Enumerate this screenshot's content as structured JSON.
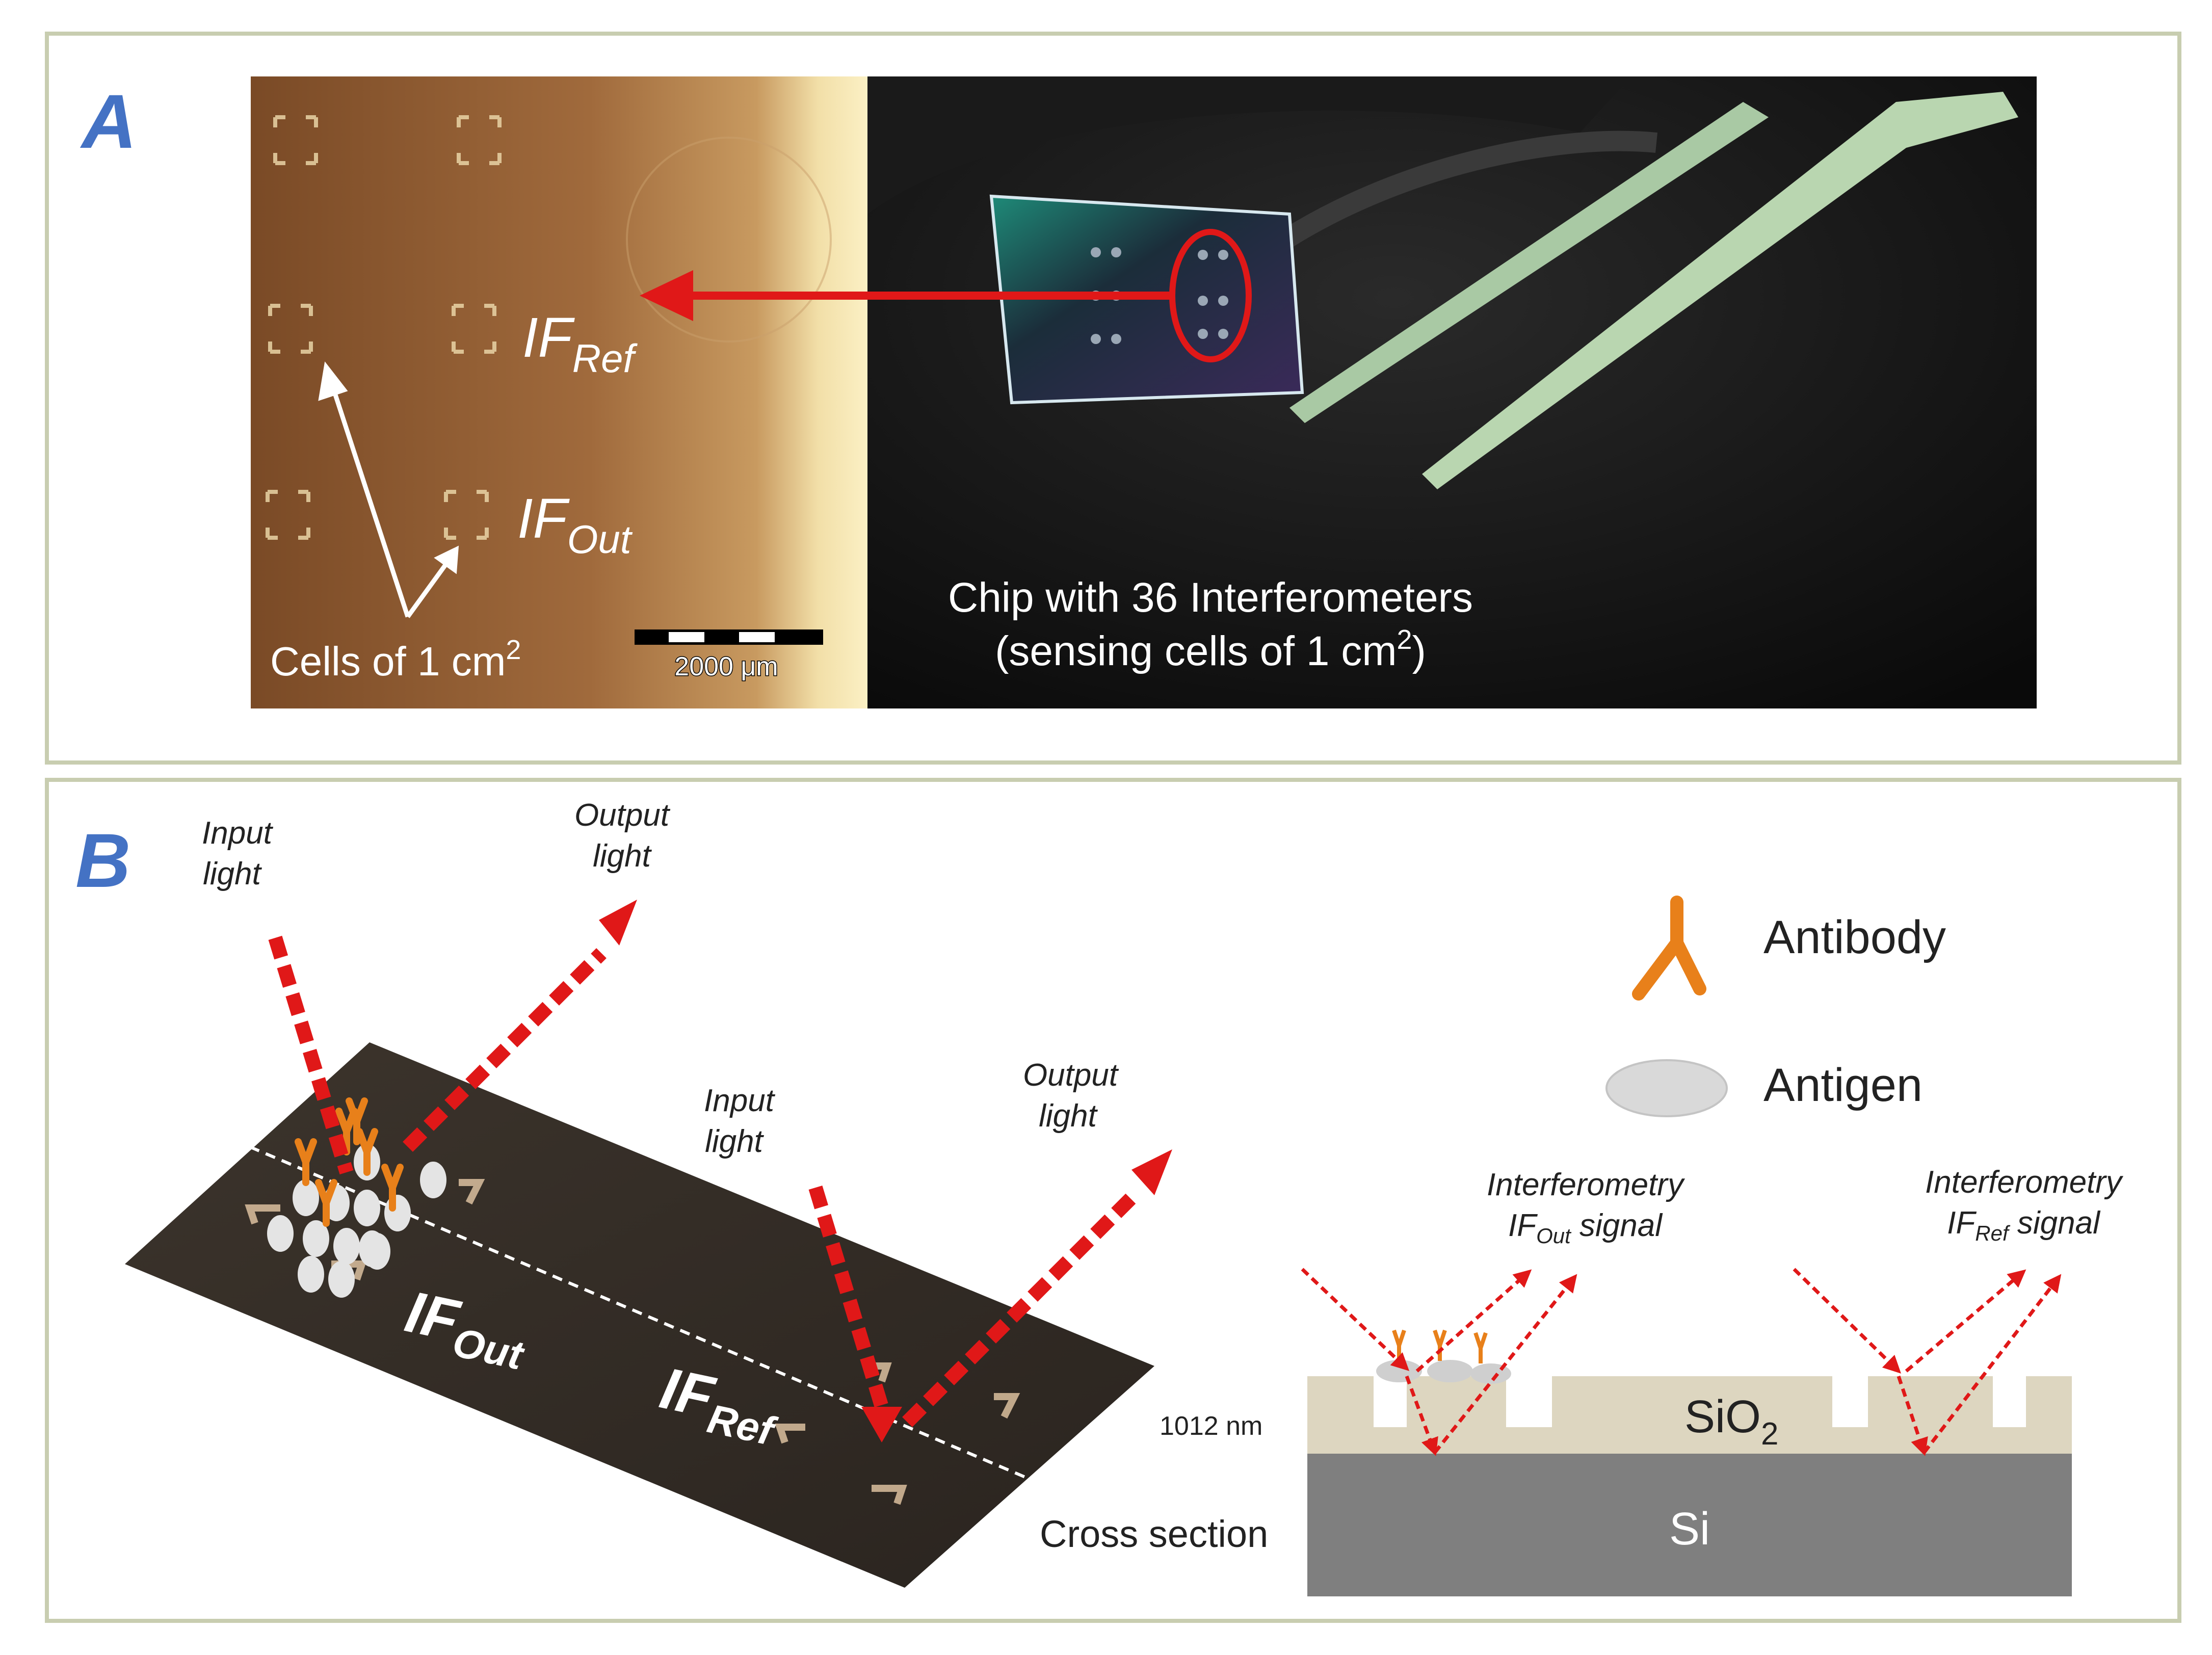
{
  "panel_a": {
    "letter": "A",
    "if_ref_label": {
      "base": "IF",
      "sub": "Ref"
    },
    "if_out_label": {
      "base": "IF",
      "sub": "Out"
    },
    "cells_label": {
      "text": "Cells of 1 cm",
      "sup": "2"
    },
    "scale_bar_label": "2000 μm",
    "chip_caption_line1": "Chip with 36 Interferometers",
    "chip_caption_line2": {
      "text": "(sensing cells of 1 cm",
      "sup": "2",
      "end": ")"
    }
  },
  "panel_b": {
    "letter": "B",
    "input_light_1": [
      "Input",
      "light"
    ],
    "output_light_1": [
      "Output",
      "light"
    ],
    "input_light_2": [
      "Input",
      "light"
    ],
    "output_light_2": [
      "Output",
      "light"
    ],
    "if_out_label": {
      "base": "IF",
      "sub": "Out"
    },
    "if_ref_label": {
      "base": "IF",
      "sub": "Ref"
    },
    "cross_section": "Cross section",
    "legend_antibody": "Antibody",
    "legend_antigen": "Antigen",
    "signal_out": {
      "line1": "Interferometry",
      "pre": "IF",
      "sub": "Out",
      "post": " signal"
    },
    "signal_ref": {
      "line1": "Interferometry",
      "pre": "IF",
      "sub": "Ref",
      "post": " signal"
    },
    "thickness_label": "1012 nm",
    "sio2": {
      "base": "SiO",
      "sub": "2"
    },
    "si": "Si"
  },
  "colors": {
    "letter_blue": "#4472c4",
    "panel_border": "#c8cdb0",
    "arrow_red": "#e01818",
    "antibody_orange": "#e8801a",
    "antigen_grey": "#d9d9d9",
    "sio2_fill": "#ddd6c0",
    "si_fill": "#7f7f7f"
  }
}
